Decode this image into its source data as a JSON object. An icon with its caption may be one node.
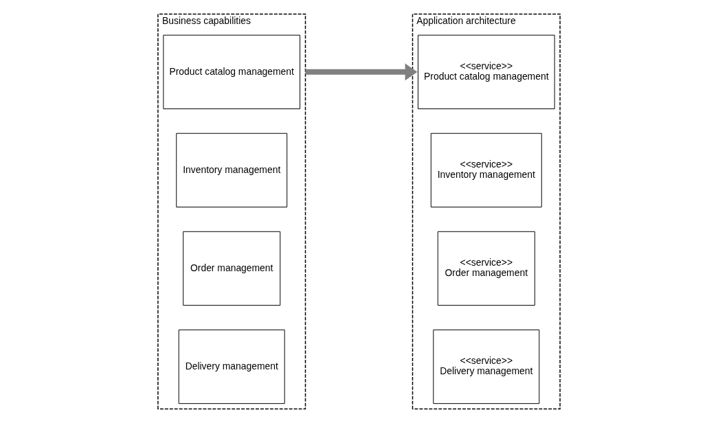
{
  "diagram": {
    "nodes": [
      {
        "text": [
          "Business capabilities"
        ]
      },
      {
        "text": [
          "Product catalog management"
        ],
        "in": 0
      },
      {
        "text": [
          "Inventory management"
        ],
        "in": 0
      },
      {
        "text": [
          "Order management"
        ],
        "in": 0
      },
      {
        "text": [
          "Delivery management"
        ],
        "in": 0
      },
      {
        "text": [
          "Application architecture"
        ]
      },
      {
        "text": [
          "<<service>>",
          "Product catalog management"
        ],
        "in": 5
      },
      {
        "text": [
          "<<service>>",
          "Inventory management"
        ],
        "in": 5
      },
      {
        "text": [
          "<<service>>",
          "Order management"
        ],
        "in": 5
      },
      {
        "text": [
          "<<service>>",
          "Delivery management"
        ],
        "in": 5
      }
    ],
    "edges": [
      {
        "from": 0,
        "to": 5,
        "arrow": "to",
        "color": "#808080"
      }
    ]
  }
}
